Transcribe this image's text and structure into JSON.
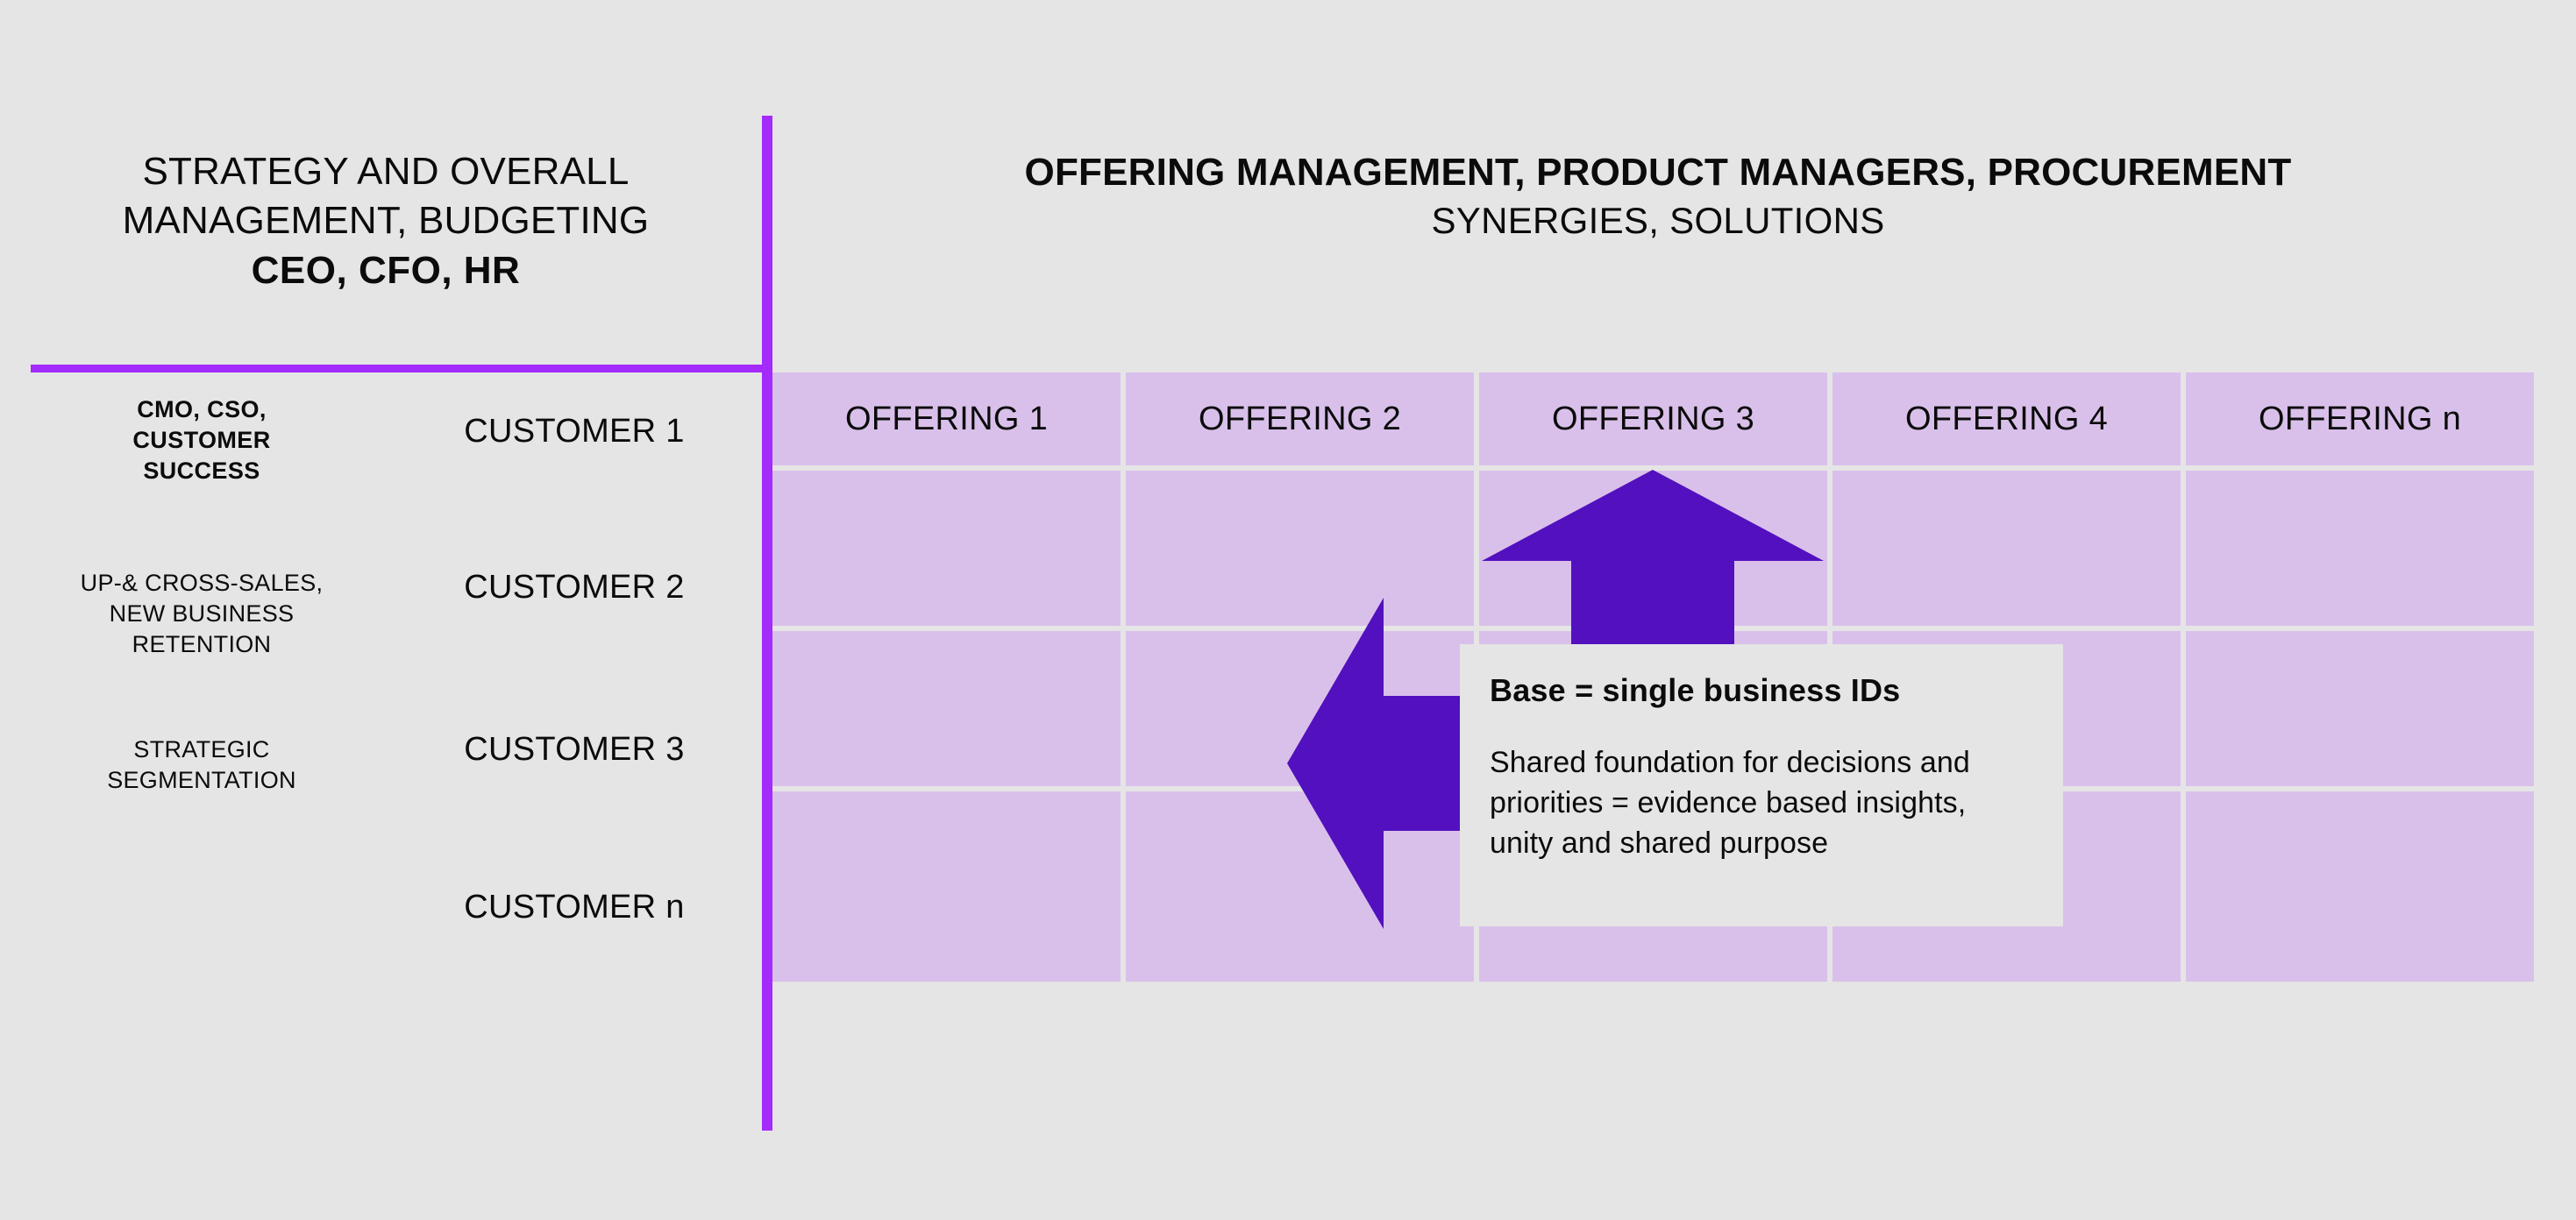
{
  "colors": {
    "background": "#e5e5e5",
    "rule_purple": "#a32bfb",
    "arrow_purple": "#5310be",
    "cell_fill": "#d9c0ea",
    "grid_line": "#e5e5e5",
    "text": "#0b0b0b"
  },
  "left_panel": {
    "title_line_1": "STRATEGY AND OVERALL",
    "title_line_2": "MANAGEMENT, BUDGETING",
    "title_line_3_bold": "CEO, CFO, HR",
    "roles": [
      {
        "text": "CMO, CSO,\nCUSTOMER\nSUCCESS",
        "bold": true
      },
      {
        "text": "UP-& CROSS-SALES,\nNEW BUSINESS\nRETENTION",
        "bold": false
      },
      {
        "text": "STRATEGIC\nSEGMENTATION",
        "bold": false
      }
    ],
    "customers": [
      "CUSTOMER 1",
      "CUSTOMER 2",
      "CUSTOMER 3",
      "CUSTOMER n"
    ]
  },
  "right_panel": {
    "title_line_1_bold": "OFFERING MANAGEMENT, PRODUCT MANAGERS, PROCUREMENT",
    "title_line_2": "SYNERGIES, SOLUTIONS",
    "offerings": [
      "OFFERING 1",
      "OFFERING 2",
      "OFFERING 3",
      "OFFERING 4",
      "OFFERING n"
    ]
  },
  "callout": {
    "title": "Base = single business IDs",
    "body": "Shared foundation for decisions and priorities = evidence based insights, unity and shared purpose"
  },
  "arrows": [
    {
      "name": "up-arrow",
      "direction": "up",
      "points_at": "OFFERING 3"
    },
    {
      "name": "left-arrow",
      "direction": "left",
      "points_at": "CUSTOMER rows"
    }
  ]
}
